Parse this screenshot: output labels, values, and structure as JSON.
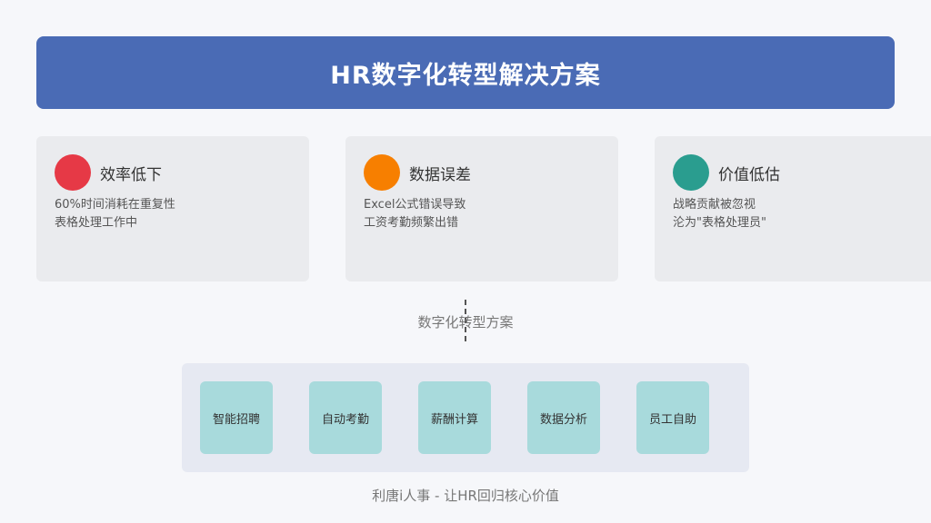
{
  "title": "HR数字化转型解决方案",
  "colors": {
    "banner": "#4a6bb5",
    "problem_1_dot": "#e63946",
    "problem_2_dot": "#f77f00",
    "problem_3_dot": "#2a9d8f",
    "solution_tile": "#a8dadc",
    "solution_panel": "#e6e9f2"
  },
  "problems": [
    {
      "title": "效率低下",
      "desc_line1": "60%时间消耗在重复性",
      "desc_line2": "表格处理工作中"
    },
    {
      "title": "数据误差",
      "desc_line1": "Excel公式错误导致",
      "desc_line2": "工资考勤频繁出错"
    },
    {
      "title": "价值低估",
      "desc_line1": "战略贡献被忽视",
      "desc_line2": "沦为\"表格处理员\""
    }
  ],
  "connector_label": "数字化转型方案",
  "solutions": [
    {
      "label": "智能招聘"
    },
    {
      "label": "自动考勤"
    },
    {
      "label": "薪酬计算"
    },
    {
      "label": "数据分析"
    },
    {
      "label": "员工自助"
    }
  ],
  "footer": "利唐i人事 - 让HR回归核心价值"
}
